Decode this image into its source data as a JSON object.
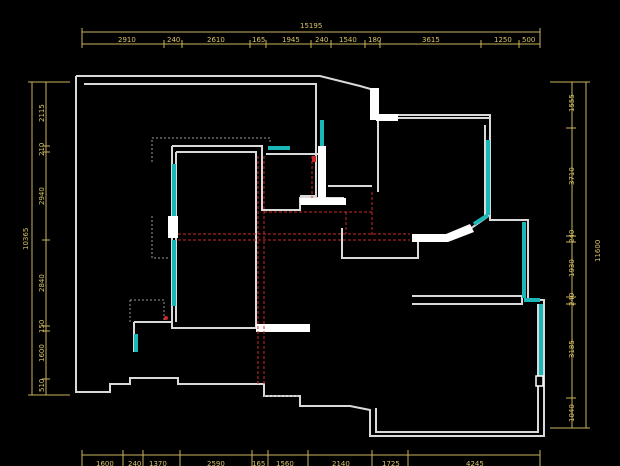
{
  "drawing": {
    "top_total": "15195",
    "top_segments": [
      "2910",
      "240",
      "2610",
      "165",
      "1945",
      "240",
      "1540",
      "180",
      "3615",
      "1250",
      "500"
    ],
    "left_total": "10365",
    "left_segments": [
      "2115",
      "210",
      "2940",
      "2840",
      "150",
      "1600",
      "510"
    ],
    "right_total": "11600",
    "right_segments": [
      "1555",
      "3710",
      "240",
      "1930",
      "240",
      "3185",
      "1040"
    ],
    "bottom_segments": [
      "1600",
      "240",
      "1370",
      "2590",
      "165",
      "1560",
      "2140",
      "1725",
      "4245"
    ]
  },
  "colors": {
    "dimension": "#d8c36a",
    "wall": "#d9d9d9",
    "glass": "#19b7b7",
    "hidden_line": "#cc2a2a"
  }
}
